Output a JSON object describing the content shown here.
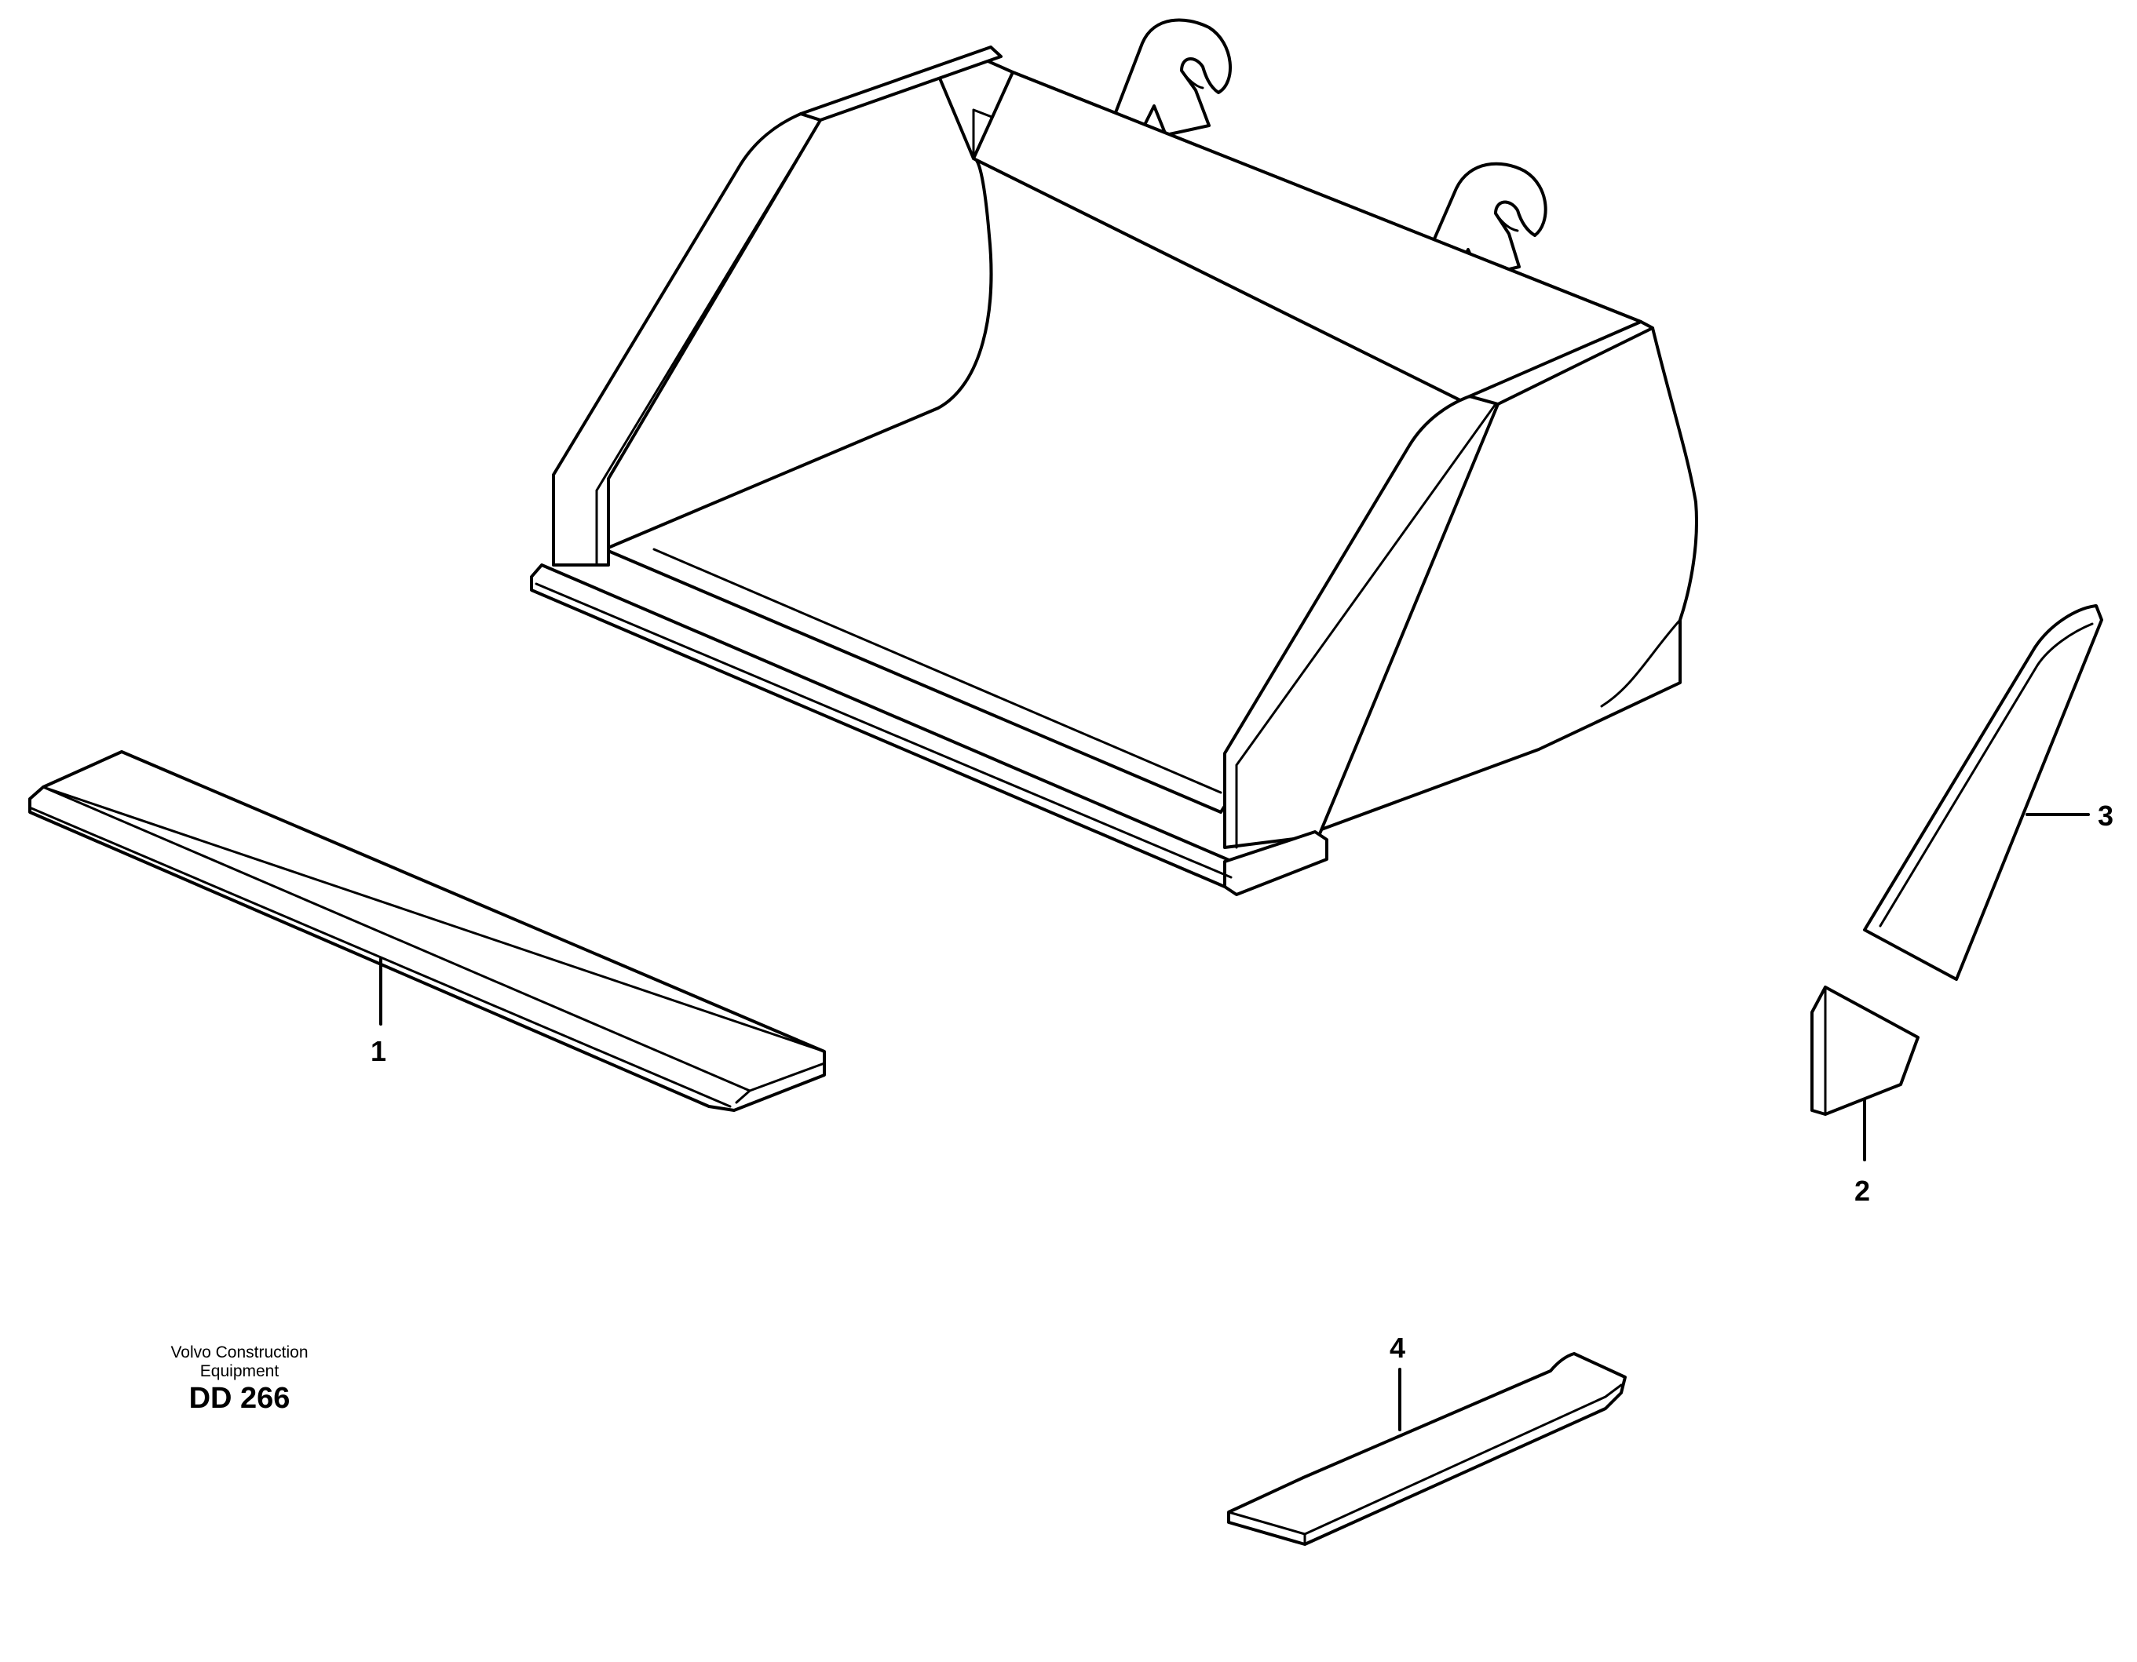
{
  "callouts": {
    "item1": "1",
    "item2": "2",
    "item3": "3",
    "item4": "4"
  },
  "credit": {
    "line1": "Volvo Construction",
    "line2": "Equipment",
    "code": "DD 266"
  }
}
